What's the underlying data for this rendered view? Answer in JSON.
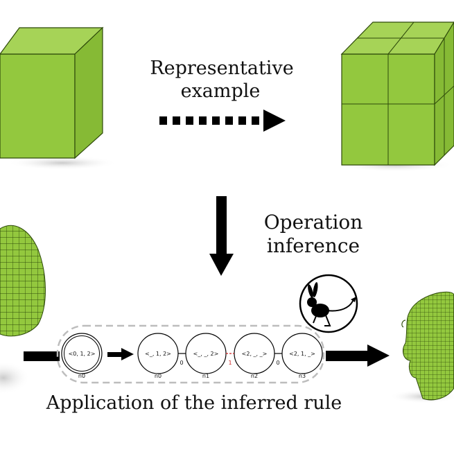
{
  "labels": {
    "representative_example": [
      "Representative",
      "example"
    ],
    "operation_inference": [
      "Operation",
      "inference"
    ],
    "application": "Application of the inferred rule"
  },
  "rule": {
    "start_node": {
      "label": "<0, 1, 2>",
      "id": "n0"
    },
    "chain": [
      {
        "label": "<_, 1, 2>",
        "id": "n0"
      },
      {
        "label": "<_, _, 2>",
        "id": "n1"
      },
      {
        "label": "<2, _, _>",
        "id": "n2"
      },
      {
        "label": "<2, 1, _>",
        "id": "n3"
      }
    ],
    "edges": [
      {
        "value": "0",
        "style": "solid"
      },
      {
        "value": "1",
        "style": "dashed-red"
      },
      {
        "value": "0",
        "style": "solid"
      }
    ]
  },
  "colors": {
    "mesh_green": "#93c83e",
    "mesh_dark": "#3d5a12",
    "arrow": "#000000",
    "dashed_edge": "#cc2222",
    "dashed_box": "#bdbdbd"
  },
  "icons": [
    "cube-icon",
    "subdivided-cube-icon",
    "bunny-mesh-icon",
    "elephant-mesh-icon",
    "jerboa-logo-icon"
  ]
}
